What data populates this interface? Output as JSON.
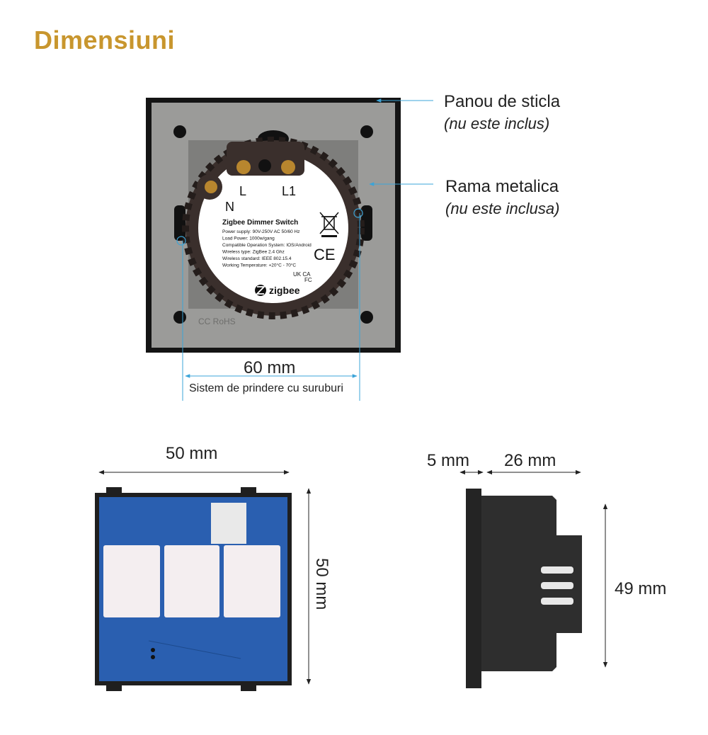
{
  "title": "Dimensiuni",
  "callouts": {
    "glass_panel": {
      "label": "Panou de sticla",
      "note": "(nu este inclus)"
    },
    "metal_frame": {
      "label": "Rama metalica",
      "note": "(nu este inclusa)"
    }
  },
  "back_view": {
    "terminals": {
      "n": "N",
      "l": "L",
      "l1": "L1"
    },
    "product_label": {
      "heading": "Zigbee Dimmer Switch",
      "lines": [
        "Power supply: 90V-250V AC 50/60 Hz",
        "Load Power: 1000w/gang",
        "Compatible Operation System: IOS/Android",
        "Wireless type: ZigBee 2.4 Ghz",
        "Wireless standard: IEEE 802.15.4",
        "Working Temperature: +20°C - 70°C"
      ],
      "ce_mark": "CE",
      "ukca_mark": "UK CA",
      "fc_mark": "FC",
      "brand": "zigbee"
    },
    "frame_marks": "CC RoHS",
    "screw_spacing": {
      "value": "60 mm",
      "caption": "Sistem de prindere cu suruburi"
    }
  },
  "front_view": {
    "width": "50 mm",
    "height": "50 mm"
  },
  "side_view": {
    "depth_front": "5 mm",
    "depth_body": "26 mm",
    "height": "49 mm"
  },
  "colors": {
    "accent": "#c8962e",
    "dim_line": "#3ba4d8",
    "frame": "#9a9a98",
    "pcb": "#2a5fb0",
    "body": "#2e2e2e"
  }
}
